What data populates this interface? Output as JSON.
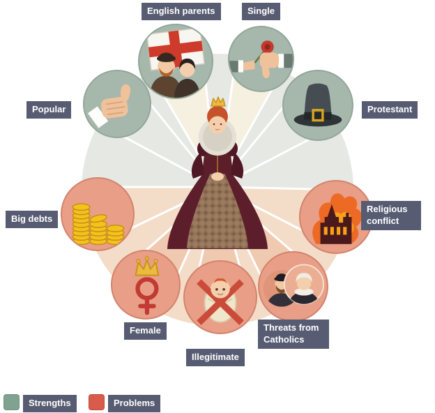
{
  "colors": {
    "strength_circle": "#A6B7AC",
    "problem_circle": "#E89E87",
    "label_background": "#575C72",
    "legend_strength": "#7FA291",
    "legend_problem": "#D85B4B",
    "background_top_half": "#E6E8E4",
    "background_bottom_half": "#F3DDC8"
  },
  "center": {
    "icon": "queen-elizabeth-i-icon"
  },
  "strengths": {
    "items": [
      {
        "label": "English parents",
        "icon": "english-parents-tudor-couple-icon"
      },
      {
        "label": "Single",
        "icon": "hand-with-rose-and-thumbs-down-icon"
      },
      {
        "label": "Popular",
        "icon": "thumbs-up-icon"
      },
      {
        "label": "Protestant",
        "icon": "puritan-hat-icon"
      }
    ]
  },
  "problems": {
    "items": [
      {
        "label": "Big debts",
        "icon": "stacks-of-gold-coins-icon"
      },
      {
        "label": "Religious conflict",
        "icon": "burning-church-icon"
      },
      {
        "label": "Female",
        "icon": "crown-and-female-symbol-icon"
      },
      {
        "label": "Illegitimate",
        "icon": "swaddled-baby-crossed-icon"
      },
      {
        "label": "Threats from Catholics",
        "icon": "catholic-rivals-portraits-icon"
      }
    ]
  },
  "legend": {
    "strengths_label": "Strengths",
    "problems_label": "Problems"
  }
}
